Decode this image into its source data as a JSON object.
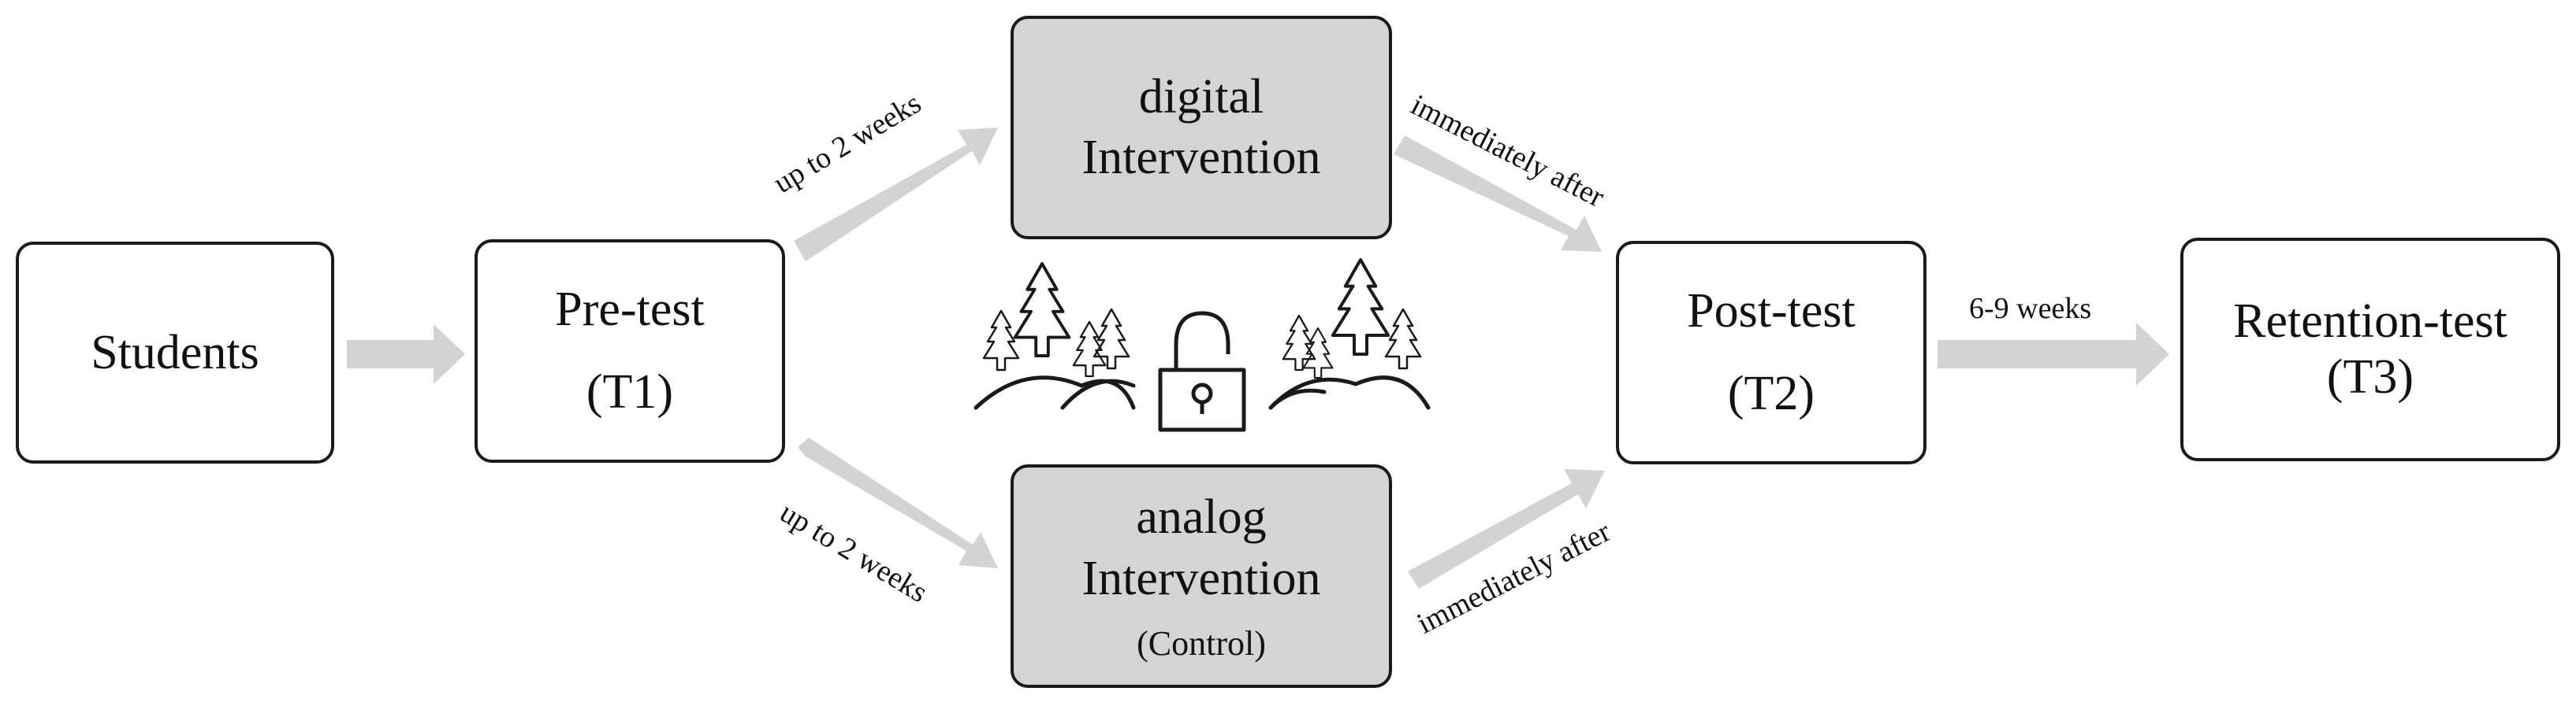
{
  "nodes": {
    "students": {
      "label": "Students"
    },
    "pretest": {
      "label": "Pre-test",
      "sub": "(T1)"
    },
    "digital": {
      "line1": "digital",
      "line2": "Intervention"
    },
    "analog": {
      "line1": "analog",
      "line2": "Intervention",
      "sub": "(Control)"
    },
    "posttest": {
      "label": "Post-test",
      "sub": "(T2)"
    },
    "retention": {
      "label": "Retention-test",
      "sub": "(T3)"
    }
  },
  "edges": {
    "pre_to_digital": "up to 2 weeks",
    "pre_to_analog": "up to 2 weeks",
    "digital_to_post": "immediately after",
    "analog_to_post": "immediately after",
    "post_to_retention": "6-9 weeks"
  },
  "icons": [
    "forest-icon",
    "unlocked-padlock-icon",
    "forest-icon"
  ],
  "colors": {
    "box_fill_grey": "#d4d4d4",
    "arrow": "#d3d3d3",
    "border": "#1a1a1a"
  }
}
